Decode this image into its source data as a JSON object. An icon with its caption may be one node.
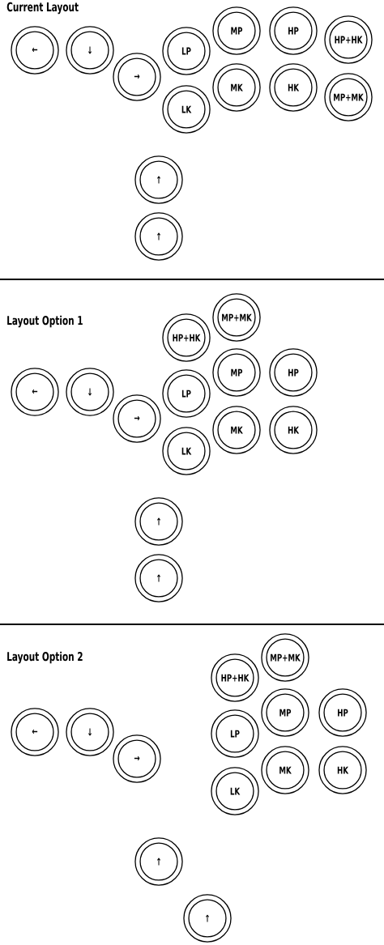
{
  "diagram": {
    "nodes": [
      {
        "text": [
          "←"
        ]
      },
      {
        "text": [
          "↓"
        ]
      },
      {
        "text": [
          "→"
        ]
      },
      {
        "text": [
          "LP"
        ]
      },
      {
        "text": [
          "LK"
        ]
      },
      {
        "text": [
          "MP"
        ]
      },
      {
        "text": [
          "MK"
        ]
      },
      {
        "text": [
          "HP"
        ]
      },
      {
        "text": [
          "HK"
        ]
      },
      {
        "text": [
          "HP+HK"
        ]
      },
      {
        "text": [
          "MP+MK"
        ]
      },
      {
        "text": [
          "↑"
        ]
      },
      {
        "text": [
          "↑"
        ]
      },
      {
        "text": [
          "←"
        ]
      },
      {
        "text": [
          "↓"
        ]
      },
      {
        "text": [
          "→"
        ]
      },
      {
        "text": [
          "HP+HK"
        ]
      },
      {
        "text": [
          "MP+MK"
        ]
      },
      {
        "text": [
          "LP"
        ]
      },
      {
        "text": [
          "LK"
        ]
      },
      {
        "text": [
          "MP"
        ]
      },
      {
        "text": [
          "MK"
        ]
      },
      {
        "text": [
          "HP"
        ]
      },
      {
        "text": [
          "HK"
        ]
      },
      {
        "text": [
          "↑"
        ]
      },
      {
        "text": [
          "↑"
        ]
      },
      {
        "text": [
          "←"
        ]
      },
      {
        "text": [
          "↓"
        ]
      },
      {
        "text": [
          "→"
        ]
      },
      {
        "text": [
          "HP+HK"
        ]
      },
      {
        "text": [
          "MP+MK"
        ]
      },
      {
        "text": [
          "LP"
        ]
      },
      {
        "text": [
          "LK"
        ]
      },
      {
        "text": [
          "MP"
        ]
      },
      {
        "text": [
          "MK"
        ]
      },
      {
        "text": [
          "HP"
        ]
      },
      {
        "text": [
          "HK"
        ]
      },
      {
        "text": [
          "↑"
        ]
      },
      {
        "text": [
          "↑"
        ]
      }
    ],
    "labels": [
      "Current Layout",
      "Layout Option 1",
      "Layout Option 2"
    ]
  }
}
